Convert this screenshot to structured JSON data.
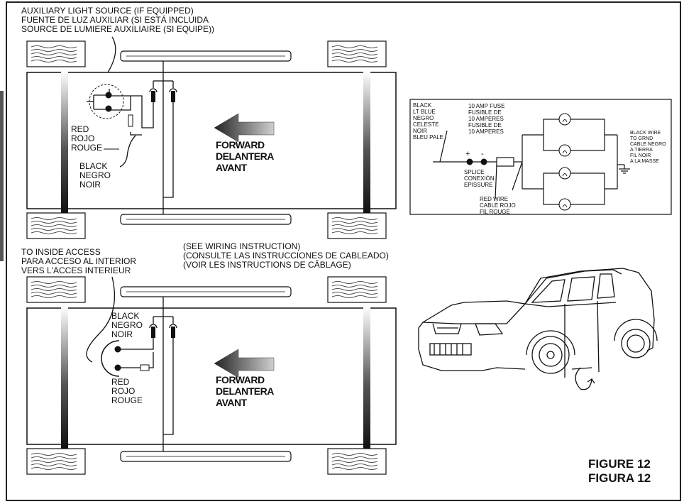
{
  "aux_source_label": [
    "AUXILIARY LIGHT SOURCE (IF EQUIPPED)",
    "FUENTE DE LUZ AUXILIAR (SI ESTÁ INCLUIDA",
    "SOURCE DE LUMIERE AUXILIAIRE (SI EQUIPE))"
  ],
  "top_diagram": {
    "red_label": [
      "RED",
      "ROJO",
      "ROUGE"
    ],
    "black_label": [
      "BLACK",
      "NEGRO",
      "NOIR"
    ],
    "forward_label": [
      "FORWARD",
      "DELANTERA",
      "AVANT"
    ]
  },
  "see_wiring_label": [
    "(SEE WIRING INSTRUCTION)",
    "(CONSULTE LAS INSTRUCCIONES DE CABLEADO)",
    "(VOIR LES INSTRUCTIONS DE CÂBLAGE)"
  ],
  "inside_access_label": [
    "TO INSIDE ACCESS",
    "PARA ACCESO AL INTERIOR",
    "VERS L'ACCES INTERIEUR"
  ],
  "bottom_diagram": {
    "black_label": [
      "BLACK",
      "NEGRO",
      "NOIR"
    ],
    "red_label": [
      "RED",
      "ROJO",
      "ROUGE"
    ],
    "forward_label": [
      "FORWARD",
      "DELANTERA",
      "AVANT"
    ]
  },
  "wiring_box": {
    "wire_colors": [
      "BLACK",
      "LT BLUE",
      "NEGRO",
      "CELESTE",
      "NOIR",
      "BLEU PALE"
    ],
    "fuse": [
      "10 AMP FUSE",
      "FUSIBLE DE",
      "10 AMPERES",
      "FUSIBLE DE",
      "10 AMPERES"
    ],
    "plus": "+",
    "minus": "-",
    "splice": [
      "SPLICE",
      "CONEXIÓN",
      "EPISSURE"
    ],
    "red_wire": [
      "RED WIRE",
      "CABLE ROJO",
      "FIL ROUGE"
    ],
    "ground": [
      "BLACK WIRE",
      "TO GRND",
      "CABLE NEGRO",
      "A TIERRA",
      "FIL NOIR",
      "A LA MASSE"
    ]
  },
  "figure_label": [
    "FIGURE 12",
    "FIGURA 12"
  ]
}
